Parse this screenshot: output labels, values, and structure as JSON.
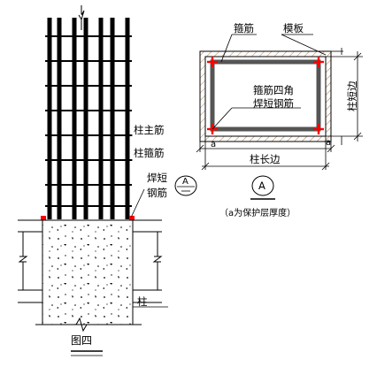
{
  "left_view": {
    "label_main_bar": "柱主筋",
    "label_stirrup": "柱箍筋",
    "label_weld_line1": "焊短",
    "label_weld_line2": "钢筋",
    "label_column": "柱",
    "callout_letter": "A",
    "caption": "图四"
  },
  "section_a": {
    "label_stirrup": "箍筋",
    "label_formwork": "模板",
    "label_corner_line1": "箍筋四角",
    "label_corner_line2": "焊短钢筋",
    "label_short_side": "柱短边",
    "label_long_side": "柱长边",
    "label_a": "a",
    "callout_letter": "A",
    "note": "（a为保护层厚度）"
  },
  "colors": {
    "line": "#000000",
    "section_line": "#555555",
    "weld_mark": "#ff0000",
    "formwork_fill": "#f2dcc4"
  }
}
